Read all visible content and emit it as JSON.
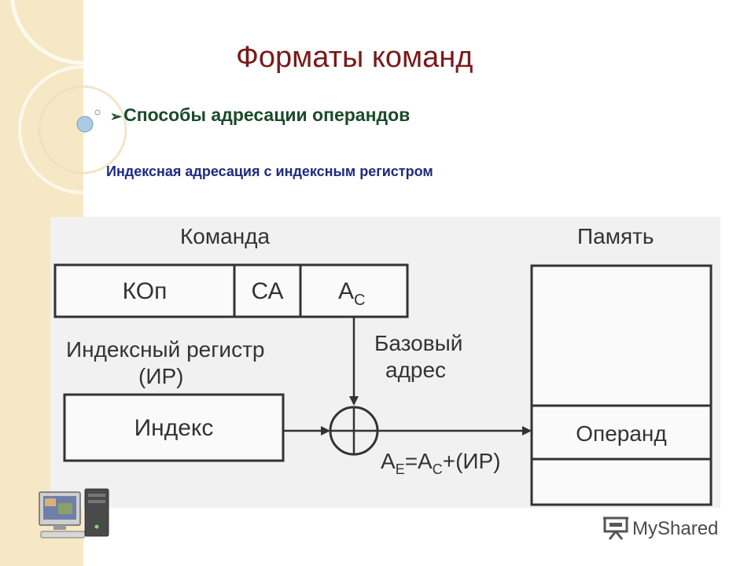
{
  "slide": {
    "title": "Форматы команд",
    "bullet": "Способы адресации операндов",
    "subtitle": "Индексная адресация с индексным регистром"
  },
  "diagram": {
    "command_label": "Команда",
    "memory_label": "Память",
    "fields": {
      "opcode": "КОп",
      "ca": "СА",
      "ac_main": "А",
      "ac_sub": "С"
    },
    "index_register_label_line1": "Индексный регистр",
    "index_register_label_line2": "(ИР)",
    "index_box": "Индекс",
    "base_address_line1": "Базовый",
    "base_address_line2": "адрес",
    "formula": {
      "a": "А",
      "e": "Е",
      "eq": "=А",
      "c": "С",
      "rest": "+(ИР)"
    },
    "operand": "Операнд"
  },
  "watermark": {
    "text": "MyShared"
  },
  "colors": {
    "title": "#7a1a1a",
    "bullet": "#1a4a2a",
    "subtitle": "#1e2a80",
    "side_band": "#f6e8c4",
    "diagram_bg": "#f1f1f1"
  }
}
